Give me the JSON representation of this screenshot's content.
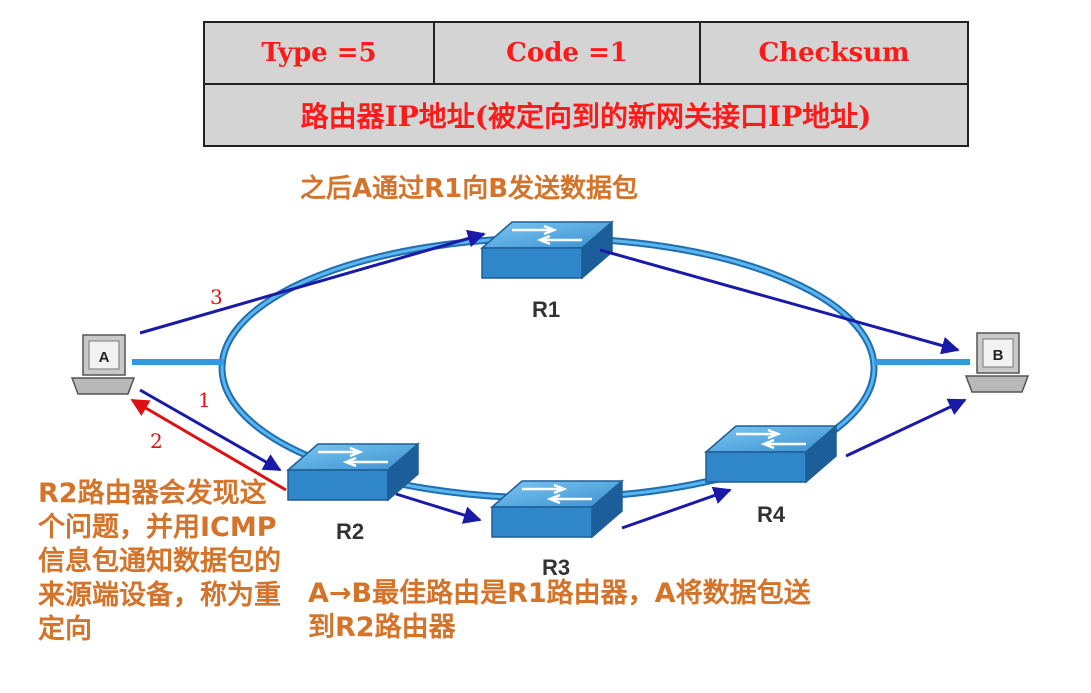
{
  "header": {
    "type_label": "Type =5",
    "code_label": "Code =1",
    "checksum_label": "Checksum",
    "router_ip": "路由器IP地址(被定向到的新网关接口IP地址)"
  },
  "captions": {
    "top": "之后A通过R1向B发送数据包",
    "r2_note": "R2路由器会发现这个问题，并用ICMP信息包通知数据包的来源端设备，称为重定向",
    "best_route": "A→B最佳路由是R1路由器，A将数据包送到R2路由器"
  },
  "hosts": {
    "a": "A",
    "b": "B"
  },
  "routers": {
    "r1": "R1",
    "r2": "R2",
    "r3": "R3",
    "r4": "R4"
  },
  "steps": {
    "s1": "1",
    "s2": "2",
    "s3": "3"
  },
  "colors": {
    "ring": "#3399dd",
    "arrow": "#1a1aa8",
    "redirect": "#dd1111",
    "text_accent": "#d4732a",
    "header_text": "#ff1a1a"
  }
}
